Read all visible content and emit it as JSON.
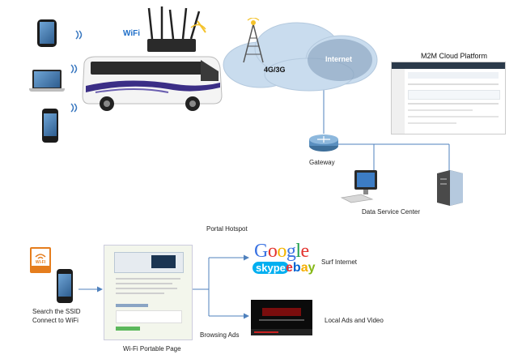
{
  "labels": {
    "wifi": "WiFi",
    "network": "4G/3G",
    "internet": "Internet",
    "cloud_platform": "M2M Cloud Platform",
    "gateway": "Gateway",
    "data_center": "Data Service Center",
    "portal_hotspot": "Portal Hotspot",
    "search_line1": "Search the SSID",
    "search_line2": "Connect to WiFi",
    "portable_page": "Wi-Fi Portable Page",
    "browsing_ads": "Browsing Ads",
    "surf_internet": "Surf Internet",
    "local_ads": "Local Ads and Video",
    "wifi_sign": "WI-FI",
    "google": "Google",
    "skype": "skype",
    "ebay": "ebay"
  },
  "colors": {
    "line": "#4f81bd",
    "cloud": "#c9dcee",
    "bus_stripe": "#3b2e86",
    "wifi_orange": "#e57d1d"
  },
  "icons": [
    "wifi-icon",
    "cell-tower-icon",
    "router-icon",
    "monitor-icon",
    "server-icon"
  ]
}
